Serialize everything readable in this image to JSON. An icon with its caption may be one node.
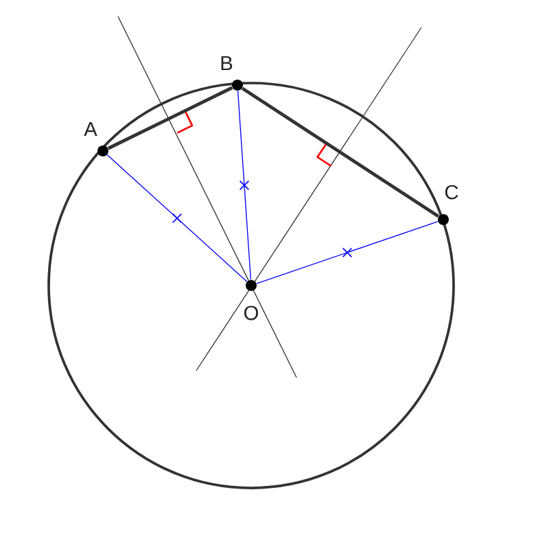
{
  "diagram": {
    "nodes": [
      {
        "text": [
          "A"
        ]
      },
      {
        "text": [
          "B"
        ]
      },
      {
        "text": [
          "C"
        ]
      },
      {
        "text": [
          "O"
        ]
      }
    ],
    "edges": [
      {
        "from": 0,
        "to": 1,
        "arrow": "none",
        "style": "thick",
        "color": "#333333"
      },
      {
        "from": 1,
        "to": 2,
        "arrow": "none",
        "style": "thick",
        "color": "#333333"
      },
      {
        "from": 3,
        "to": 0,
        "arrow": "none",
        "color": "#0000ff"
      },
      {
        "from": 3,
        "to": 1,
        "arrow": "none",
        "color": "#0000ff"
      },
      {
        "from": 3,
        "to": 2,
        "arrow": "none",
        "color": "#0000ff"
      }
    ]
  }
}
